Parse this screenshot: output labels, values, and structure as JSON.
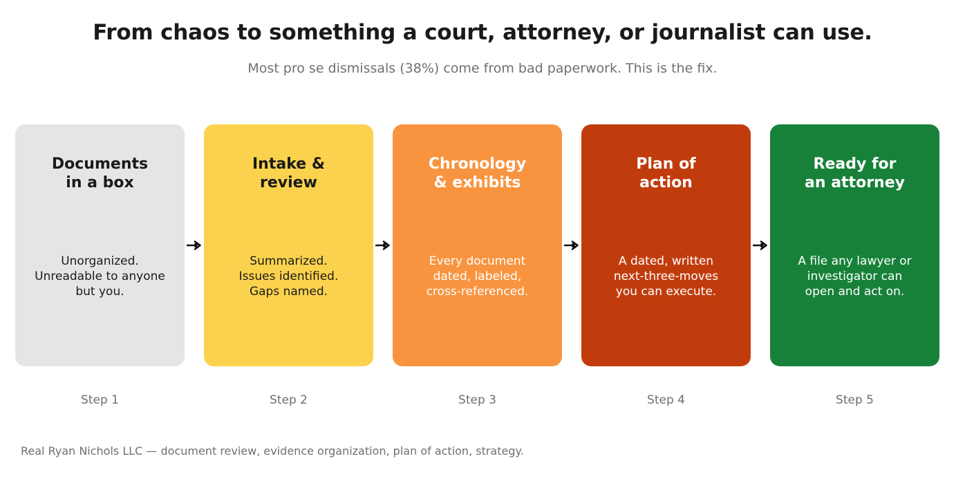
{
  "header": {
    "title": "From chaos to something a court, attorney, or journalist can use.",
    "subtitle": "Most pro se dismissals (38%) come from bad paperwork. This is the fix."
  },
  "flow": {
    "arrow_glyph": "➜",
    "arrow_icon_name": "arrow-right-icon",
    "steps": [
      {
        "step_label": "Step 1",
        "title": "Documents\nin a box",
        "body": "Unorganized.\nUnreadable to anyone\nbut you.",
        "bg_color": "#e5e5e5",
        "text_color": "#1a1a1a"
      },
      {
        "step_label": "Step 2",
        "title": "Intake &\nreview",
        "body": "Summarized.\nIssues identified.\nGaps named.",
        "bg_color": "#fbd24e",
        "text_color": "#1a1a1a"
      },
      {
        "step_label": "Step 3",
        "title": "Chronology\n& exhibits",
        "body": "Every document\ndated, labeled,\ncross-referenced.",
        "bg_color": "#f8943f",
        "text_color": "#ffffff"
      },
      {
        "step_label": "Step 4",
        "title": "Plan of\naction",
        "body": "A dated, written\nnext-three-moves\nyou can execute.",
        "bg_color": "#c13c0d",
        "text_color": "#ffffff"
      },
      {
        "step_label": "Step 5",
        "title": "Ready for\nan attorney",
        "body": "A file any lawyer or\ninvestigator can\nopen and act on.",
        "bg_color": "#178139",
        "text_color": "#ffffff"
      }
    ]
  },
  "footer": {
    "text": "Real Ryan Nichols LLC — document review, evidence organization, plan of action, strategy."
  },
  "colors": {
    "background": "#ffffff",
    "title_text": "#1a1a1a",
    "muted_text": "#6f6f6f",
    "arrow": "#111111"
  }
}
